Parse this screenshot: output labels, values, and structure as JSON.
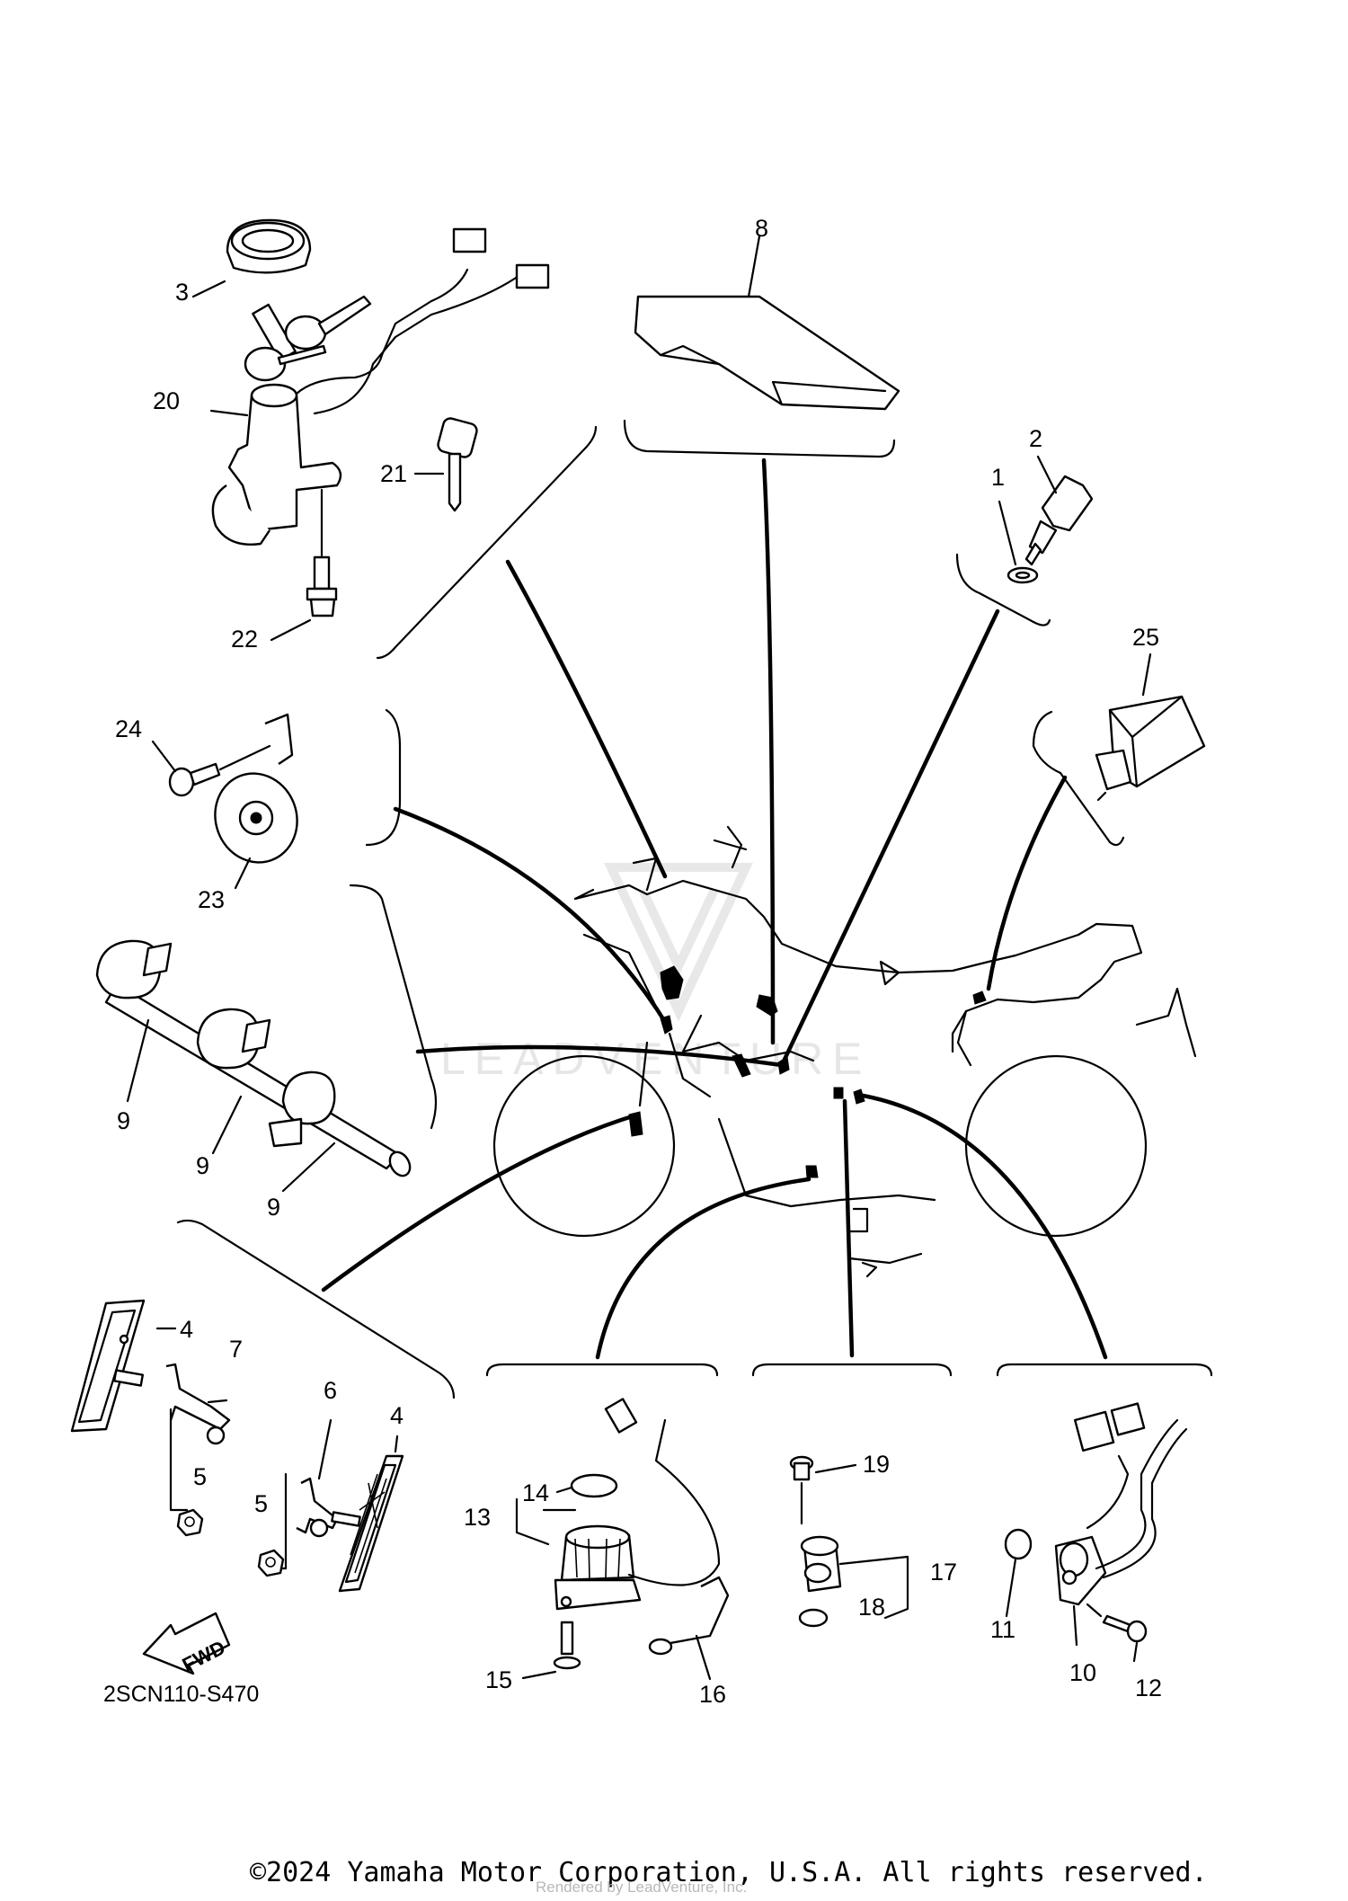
{
  "diagram_code": "2SCN110-S470",
  "watermark": "LEADVENTURE",
  "copyright": "©2024 Yamaha Motor Corporation, U.S.A. All rights reserved.",
  "rendered_by": "Rendered by LeadVenture, Inc.",
  "fwd_label": "FWD",
  "callouts": {
    "c1": "1",
    "c2": "2",
    "c3": "3",
    "c4a": "4",
    "c4b": "4",
    "c5a": "5",
    "c5b": "5",
    "c6": "6",
    "c7": "7",
    "c8": "8",
    "c9a": "9",
    "c9b": "9",
    "c9c": "9",
    "c10": "10",
    "c11": "11",
    "c12": "12",
    "c13": "13",
    "c14": "14",
    "c15": "15",
    "c16": "16",
    "c17": "17",
    "c18": "18",
    "c19": "19",
    "c20": "20",
    "c21": "21",
    "c22": "22",
    "c23": "23",
    "c24": "24",
    "c25": "25"
  }
}
